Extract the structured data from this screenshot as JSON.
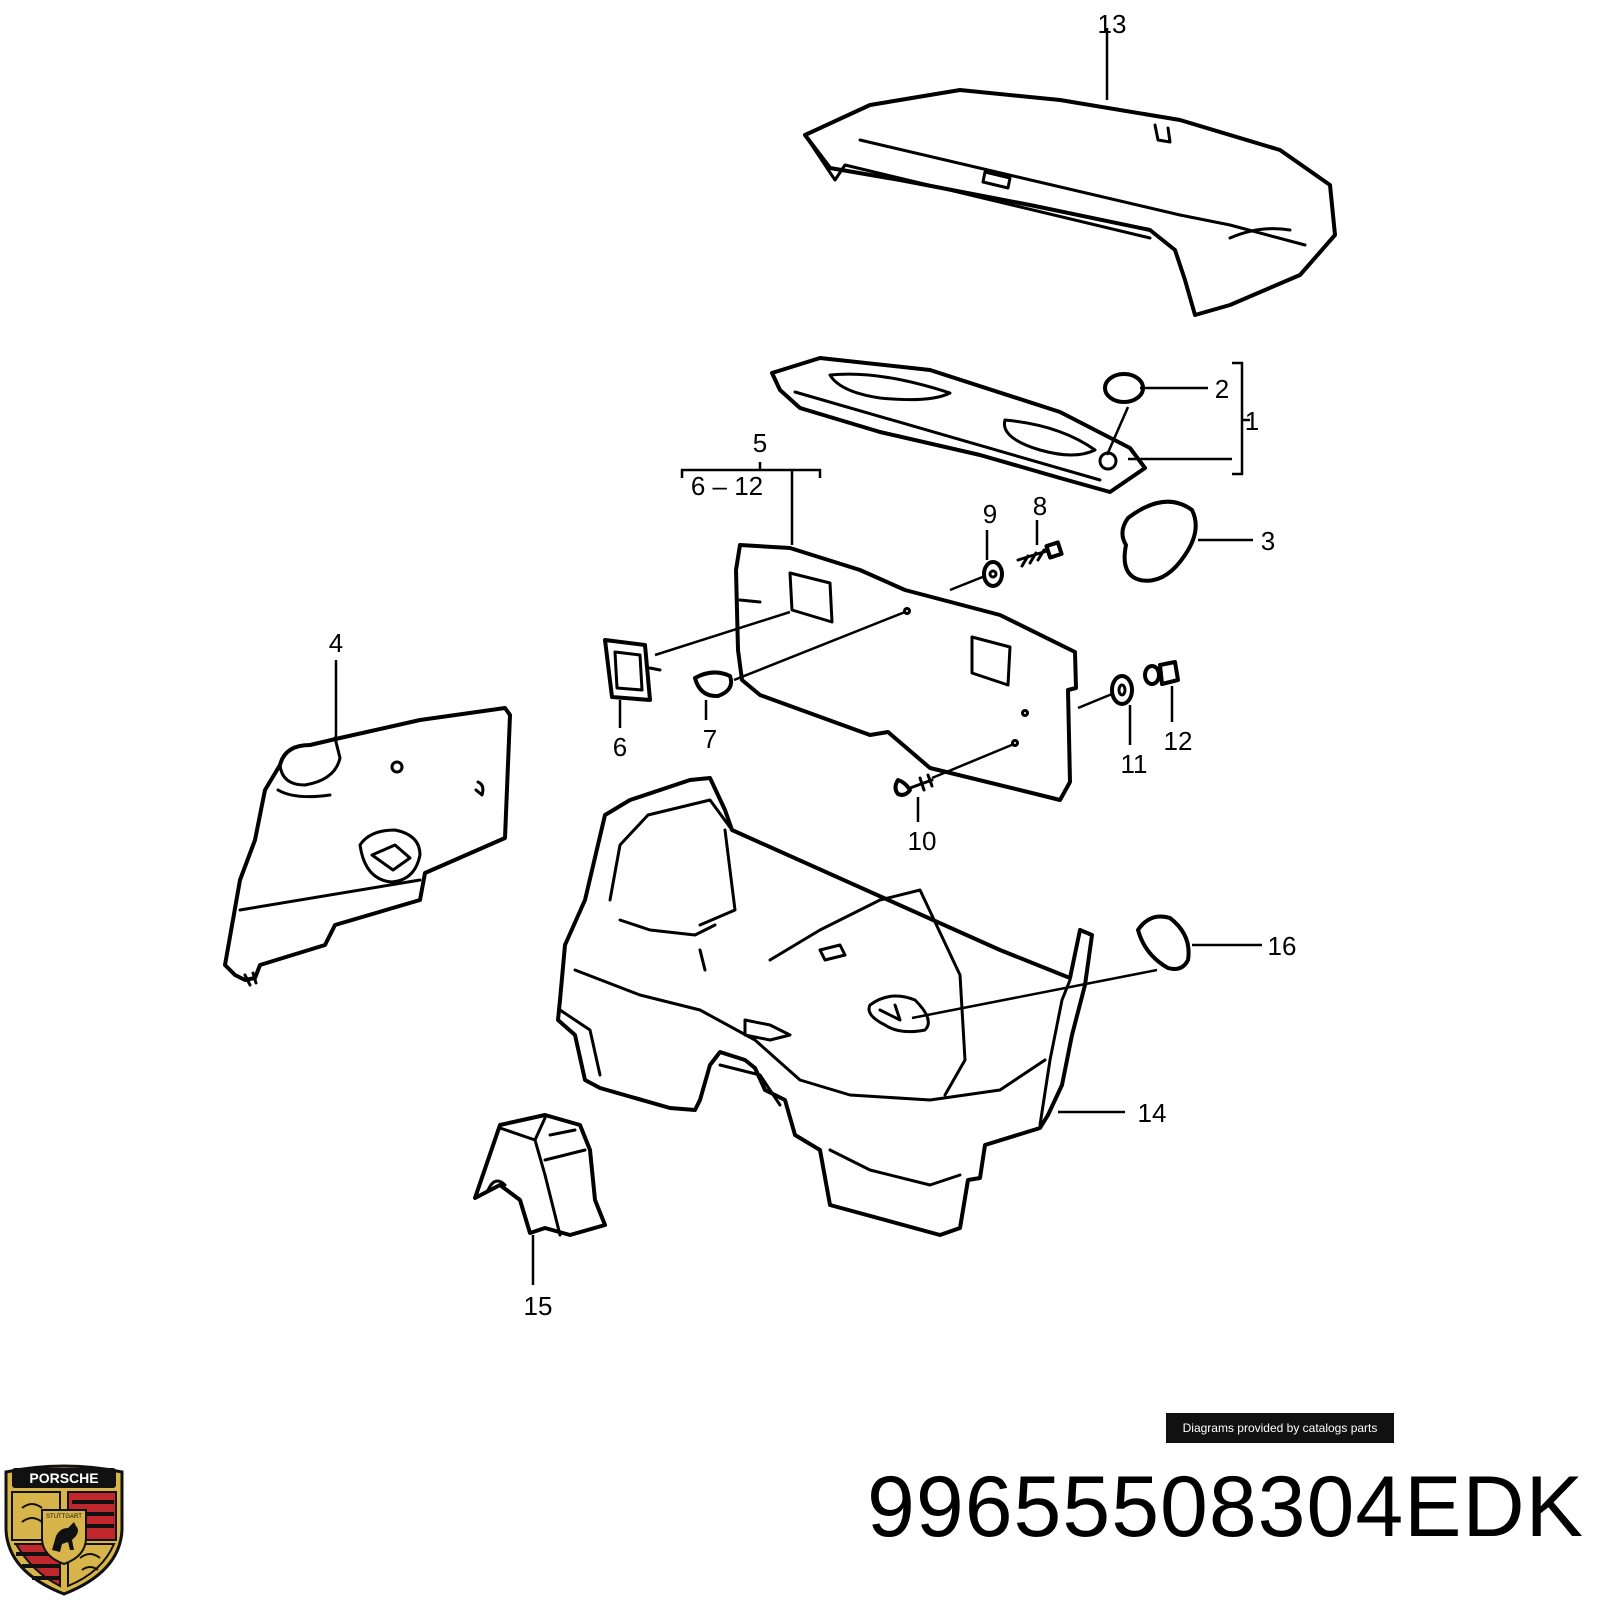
{
  "callouts": [
    "1",
    "2",
    "3",
    "4",
    "5",
    "6 – 12",
    "6",
    "7",
    "8",
    "9",
    "10",
    "11",
    "12",
    "13",
    "14",
    "15",
    "16"
  ],
  "credit": "Diagrams provided by catalogs parts",
  "part_number": "99655508304EDK",
  "logo": {
    "wordmark": "PORSCHE",
    "city": "STUTTGART"
  },
  "colors": {
    "logo_gold": "#d8b54a",
    "logo_red": "#c0272d",
    "logo_black": "#111111"
  }
}
